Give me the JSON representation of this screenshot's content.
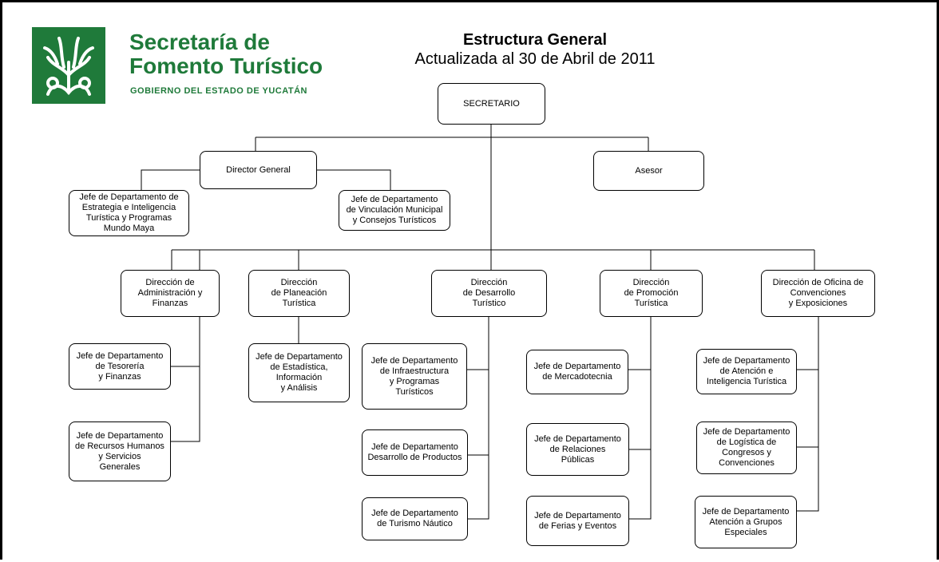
{
  "header": {
    "org_line1": "Secretaría de",
    "org_line2": "Fomento Turístico",
    "gov": "GOBIERNO DEL ESTADO DE YUCATÁN",
    "title": "Estructura General",
    "subtitle": "Actualizada al 30 de Abril de 2011"
  },
  "nodes": {
    "secretario": "SECRETARIO",
    "director_general": "Director General",
    "asesor": "Asesor",
    "jd_estrategia": "Jefe de Departamento de\nEstrategia e Inteligencia\nTurística y Programas\nMundo Maya",
    "jd_vinculacion": "Jefe de Departamento\nde Vinculación Municipal\ny Consejos Turísticos",
    "dir_admin": "Dirección de\nAdministración y\nFinanzas",
    "dir_planeacion": "Dirección\nde Planeación\nTurística",
    "dir_desarrollo": "Dirección\nde Desarrollo\nTurístico",
    "dir_promocion": "Dirección\nde Promoción\nTurística",
    "dir_convenciones": "Dirección de Oficina de\nConvenciones\ny Exposiciones",
    "jd_tesoreria": "Jefe de Departamento\nde Tesorería\ny Finanzas",
    "jd_rh": "Jefe de Departamento\nde Recursos Humanos\ny  Servicios\nGenerales",
    "jd_estadistica": "Jefe de Departamento\nde Estadística,\nInformación\ny Análisis",
    "jd_infraestructura": "Jefe de Departamento\nde Infraestructura\ny Programas\nTurísticos",
    "jd_productos": "Jefe de Departamento\nDesarrollo de Productos",
    "jd_nautico": "Jefe de Departamento\nde Turismo Náutico",
    "jd_mercadotecnia": "Jefe de Departamento\nde Mercadotecnia",
    "jd_relaciones": "Jefe de Departamento\nde Relaciones\nPúblicas",
    "jd_ferias": "Jefe de Departamento\nde Ferias y Eventos",
    "jd_atencion_intel": "Jefe de Departamento\nde Atención e\nInteligencia Turística",
    "jd_logistica": "Jefe de Departamento\nde Logística de\nCongresos y\nConvenciones",
    "jd_grupos": "Jefe de Departamento\nAtención a Grupos\nEspeciales"
  }
}
